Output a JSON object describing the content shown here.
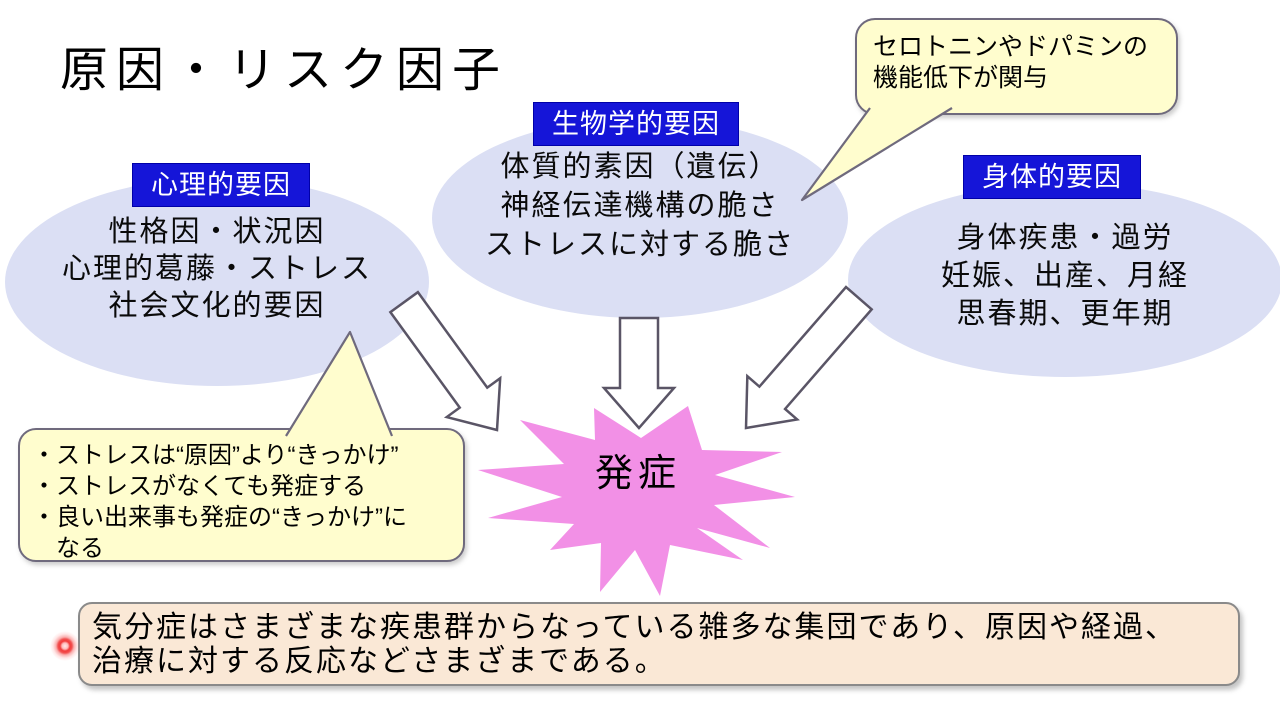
{
  "title": "原因・リスク因子",
  "factors": {
    "psychological": {
      "label": "心理的要因",
      "lines": [
        "性格因・状況因",
        "心理的葛藤・ストレス",
        "社会文化的要因"
      ]
    },
    "biological": {
      "label": "生物学的要因",
      "lines": [
        "体質的素因（遺伝）",
        "神経伝達機構の脆さ",
        "ストレスに対する脆さ"
      ]
    },
    "physical": {
      "label": "身体的要因",
      "lines": [
        "身体疾患・過労",
        "妊娠、出産、月経",
        "思春期、更年期"
      ]
    }
  },
  "callouts": {
    "neurotransmitter": {
      "lines": [
        "セロトニンやドパミンの",
        "機能低下が関与"
      ]
    },
    "stress": {
      "lines": [
        "・ストレスは“原因”より“きっかけ”",
        "・ストレスがなくても発症する",
        "・良い出来事も発症の“きっかけ”に",
        "なる"
      ]
    }
  },
  "outcome": {
    "label": "発症"
  },
  "summary": {
    "lines": [
      "気分症はさまざまな疾患群からなっている雑多な集団であり、原因や経過、",
      "治療に対する反応などさまざまである。"
    ]
  },
  "colors": {
    "label_bg": "#1515D8",
    "label_text": "#FFFFFF",
    "ellipse_fill": "#DBDFF4",
    "callout_fill": "#FFFDCE",
    "callout_border": "#6F6A7D",
    "starburst_fill": "#F290E6",
    "summary_fill": "#FAE8D6",
    "summary_border": "#8A8A8A",
    "arrow_outline": "#5A5566",
    "laser_dot": "#F23B3B"
  }
}
